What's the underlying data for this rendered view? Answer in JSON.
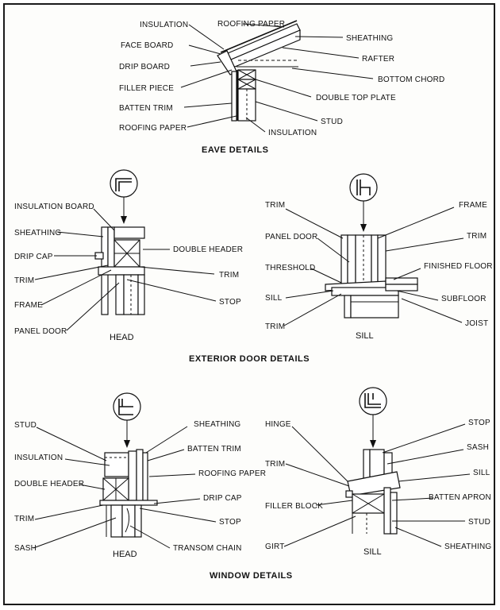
{
  "eave": {
    "title": "EAVE DETAILS",
    "labels": {
      "insulation_top": "INSULATION",
      "roofing_paper_top": "ROOFING PAPER",
      "sheathing": "SHEATHING",
      "face_board": "FACE BOARD",
      "rafter": "RAFTER",
      "drip_board": "DRIP BOARD",
      "bottom_chord": "BOTTOM CHORD",
      "filler_piece": "FILLER PIECE",
      "double_top_plate": "DOUBLE TOP PLATE",
      "batten_trim": "BATTEN TRIM",
      "stud": "STUD",
      "roofing_paper_bottom": "ROOFING PAPER",
      "insulation_bottom": "INSULATION"
    }
  },
  "door": {
    "title": "EXTERIOR DOOR DETAILS",
    "head": {
      "caption": "HEAD",
      "labels": {
        "insulation_board": "INSULATION BOARD",
        "sheathing": "SHEATHING",
        "double_header": "DOUBLE HEADER",
        "drip_cap": "DRIP CAP",
        "trim": "TRIM",
        "trim_right": "TRIM",
        "frame": "FRAME",
        "stop": "STOP",
        "panel_door": "PANEL DOOR"
      }
    },
    "sill": {
      "caption": "SILL",
      "labels": {
        "trim_top": "TRIM",
        "frame": "FRAME",
        "panel_door": "PANEL DOOR",
        "trim_right": "TRIM",
        "threshold": "THRESHOLD",
        "finished_floor": "FINISHED FLOOR",
        "sill": "SILL",
        "subfloor": "SUBFLOOR",
        "trim_bottom": "TRIM",
        "joist": "JOIST"
      }
    }
  },
  "window": {
    "title": "WINDOW DETAILS",
    "head": {
      "caption": "HEAD",
      "labels": {
        "stud": "STUD",
        "sheathing": "SHEATHING",
        "batten_trim": "BATTEN TRIM",
        "insulation": "INSULATION",
        "roofing_paper": "ROOFING PAPER",
        "double_header": "DOUBLE HEADER",
        "drip_cap": "DRIP CAP",
        "trim": "TRIM",
        "stop": "STOP",
        "sash": "SASH",
        "transom_chain": "TRANSOM CHAIN"
      }
    },
    "sill": {
      "caption": "SILL",
      "labels": {
        "hinge": "HINGE",
        "stop": "STOP",
        "sash": "SASH",
        "trim": "TRIM",
        "sill": "SILL",
        "batten_apron": "BATTEN APRON",
        "filler_block": "FILLER BLOCK",
        "stud": "STUD",
        "girt": "GIRT",
        "sheathing": "SHEATHING"
      }
    }
  }
}
